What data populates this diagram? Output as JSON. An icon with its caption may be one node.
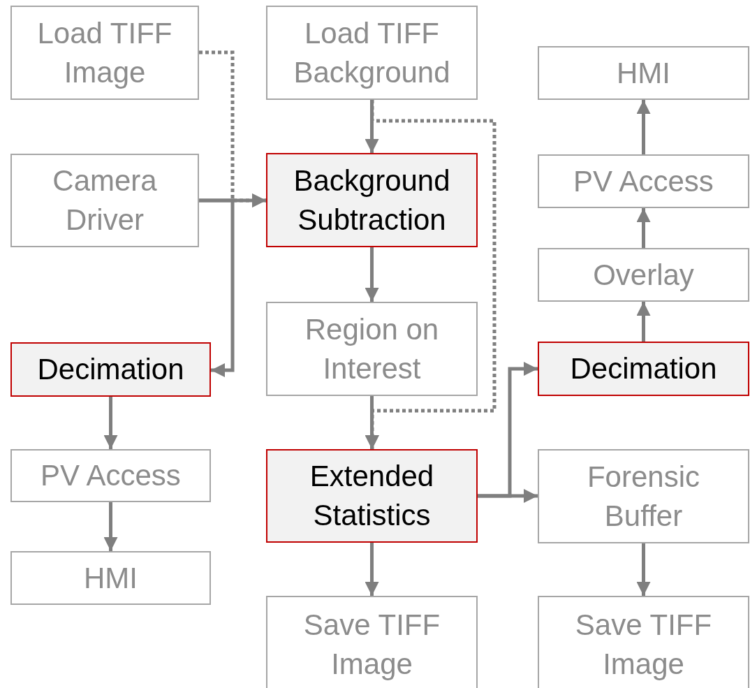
{
  "diagram": {
    "nodes": [
      {
        "text": [
          "Load TIFF Image"
        ]
      },
      {
        "text": [
          "Load TIFF Background"
        ]
      },
      {
        "text": [
          "Camera Driver"
        ]
      },
      {
        "text": [
          "Background Subtraction"
        ]
      },
      {
        "text": [
          "HMI"
        ]
      },
      {
        "text": [
          "PV Access"
        ]
      },
      {
        "text": [
          "Overlay"
        ]
      },
      {
        "text": [
          "Region on Interest"
        ]
      },
      {
        "text": [
          "Decimation"
        ]
      },
      {
        "text": [
          "Decimation"
        ]
      },
      {
        "text": [
          "PV Access"
        ]
      },
      {
        "text": [
          "Extended Statistics"
        ]
      },
      {
        "text": [
          "Forensic Buffer"
        ]
      },
      {
        "text": [
          "HMI"
        ]
      },
      {
        "text": [
          "Save TIFF Image"
        ]
      },
      {
        "text": [
          "Save TIFF Image"
        ]
      }
    ],
    "edges": [
      {
        "from": 0,
        "to": 3,
        "arrow": "to",
        "style": "dashed"
      },
      {
        "from": 2,
        "to": 3,
        "arrow": "to"
      },
      {
        "from": 2,
        "to": 8,
        "arrow": "to"
      },
      {
        "from": 1,
        "to": 3,
        "arrow": "to"
      },
      {
        "from": 1,
        "to": 11,
        "arrow": "to",
        "style": "dashed"
      },
      {
        "from": 3,
        "to": 7,
        "arrow": "to"
      },
      {
        "from": 7,
        "to": 11,
        "arrow": "to"
      },
      {
        "from": 11,
        "to": 12,
        "arrow": "to"
      },
      {
        "from": 11,
        "to": 9,
        "arrow": "to"
      },
      {
        "from": 9,
        "to": 6,
        "arrow": "to"
      },
      {
        "from": 6,
        "to": 5,
        "arrow": "to"
      },
      {
        "from": 5,
        "to": 4,
        "arrow": "to"
      },
      {
        "from": 8,
        "to": 10,
        "arrow": "to"
      },
      {
        "from": 10,
        "to": 13,
        "arrow": "to"
      },
      {
        "from": 11,
        "to": 14,
        "arrow": "to"
      },
      {
        "from": 12,
        "to": 15,
        "arrow": "to"
      }
    ]
  }
}
